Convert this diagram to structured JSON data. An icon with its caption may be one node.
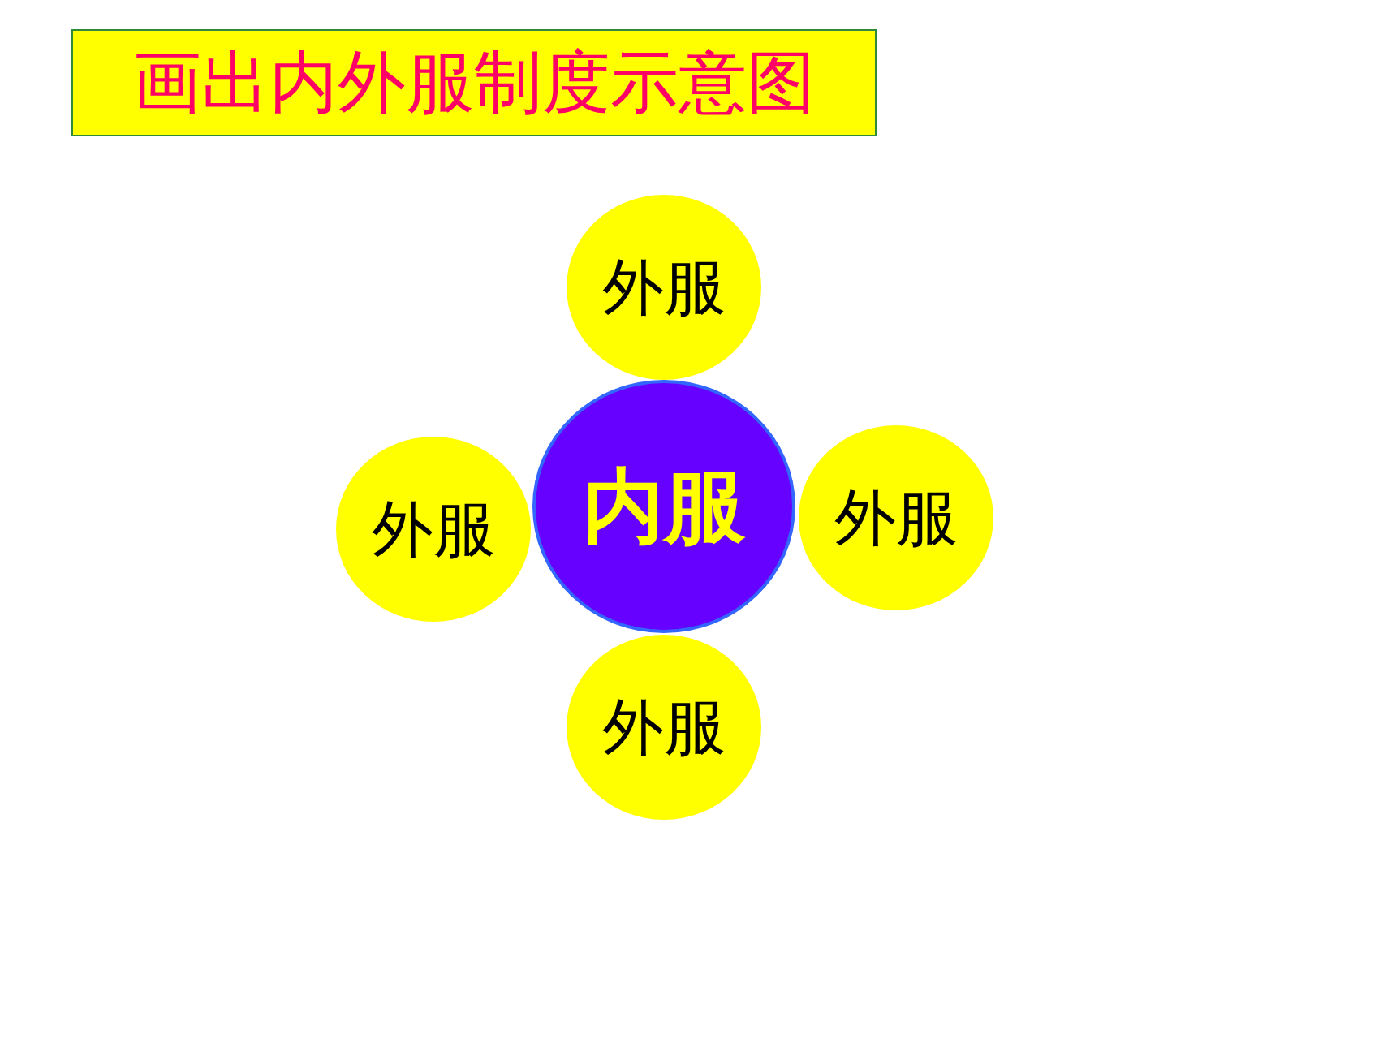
{
  "diagram": {
    "title": "画出内外服制度示意图",
    "nodes": [
      {
        "text": [
          "外服"
        ]
      },
      {
        "text": [
          "外服"
        ]
      },
      {
        "text": [
          "内服"
        ]
      },
      {
        "text": [
          "外服"
        ]
      },
      {
        "text": [
          "外服"
        ]
      }
    ]
  }
}
